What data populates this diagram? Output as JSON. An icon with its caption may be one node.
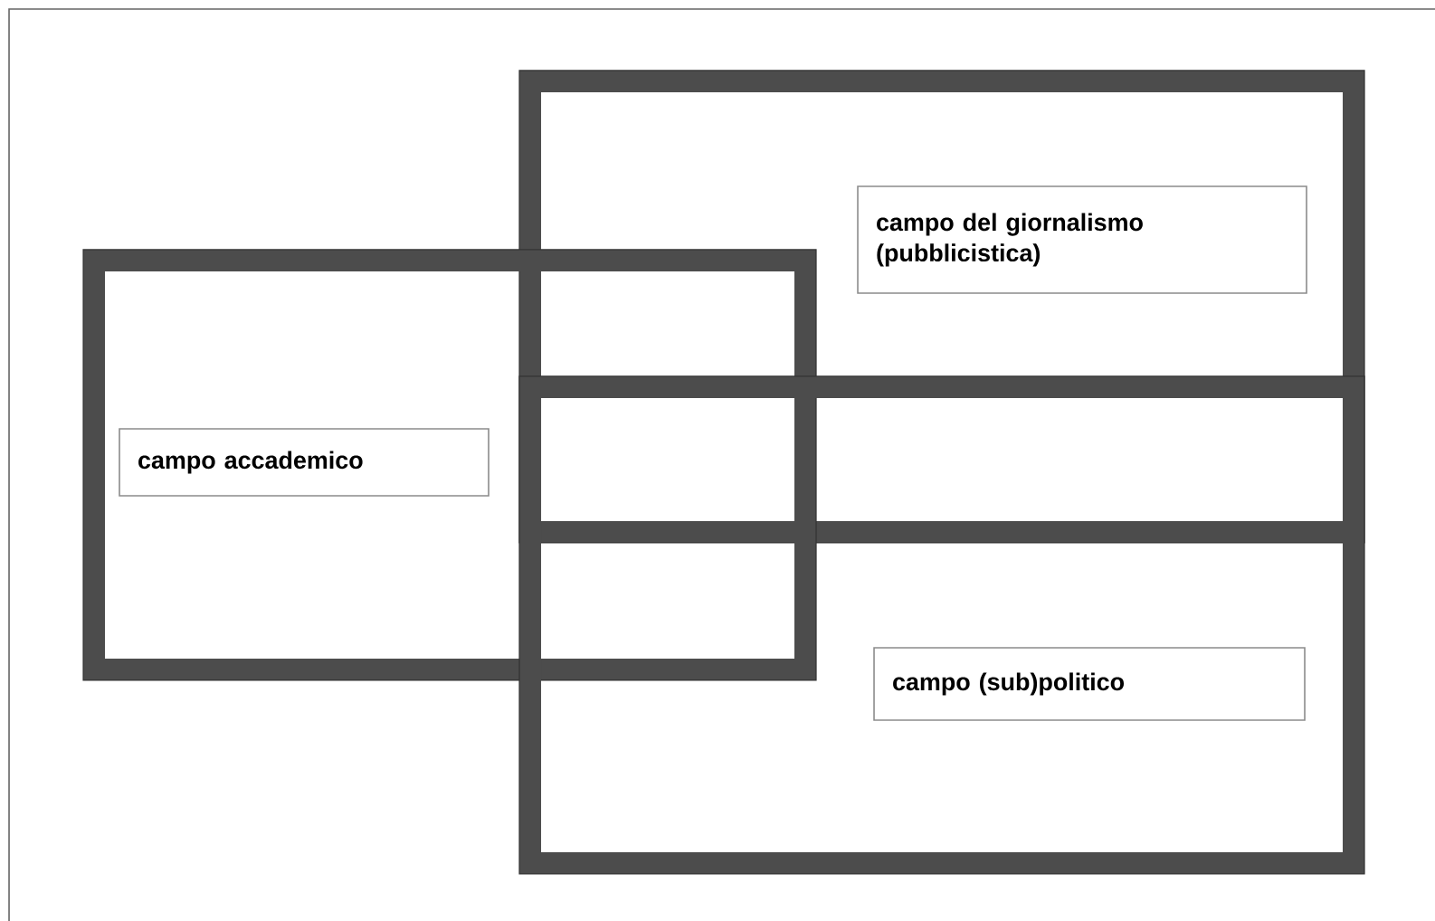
{
  "diagram": {
    "nodes": [
      {
        "text": [],
        "shape": "box"
      },
      {
        "text": [
          "campo del giornalismo (pubblicistica)"
        ],
        "in": 0
      },
      {
        "text": [],
        "shape": "box"
      },
      {
        "text": [
          "campo accademico"
        ],
        "in": 2
      },
      {
        "text": [],
        "shape": "box"
      },
      {
        "text": [
          "campo (sub)politico"
        ],
        "in": 4
      }
    ]
  }
}
